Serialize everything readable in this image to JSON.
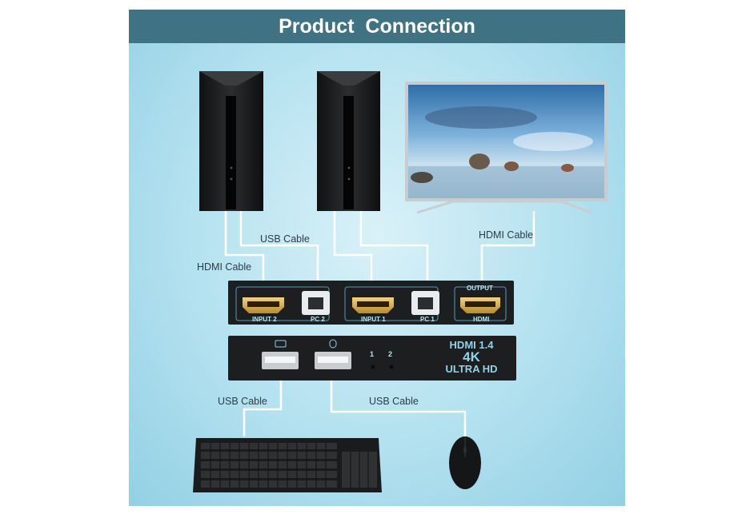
{
  "header": {
    "title": "Product  Connection"
  },
  "cable_labels": {
    "hdmi_pc2": "HDMI Cable",
    "usb_pc2": "USB Cable",
    "hdmi_monitor": "HDMI Cable",
    "usb_keyboard": "USB Cable",
    "usb_mouse": "USB Cable"
  },
  "switch_back": {
    "input2": "INPUT 2",
    "pc2": "PC 2",
    "input1": "INPUT 1",
    "pc1": "PC 1",
    "output": "OUTPUT",
    "hdmi": "HDMI"
  },
  "switch_front": {
    "led1": "1",
    "led2": "2",
    "spec_line1": "HDMI 1.4",
    "spec_line2": "4K",
    "spec_line3": "ULTRA HD"
  },
  "colors": {
    "header_bg": "#3f7384",
    "cable": "#ffffff",
    "switch_body": "#1c1e20",
    "accent_text": "#8fd3ec"
  }
}
